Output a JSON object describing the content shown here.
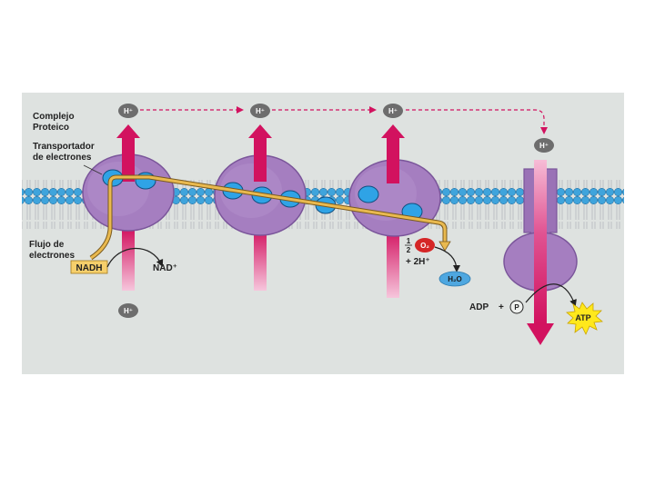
{
  "labels": {
    "complejo_line1": "Complejo",
    "complejo_line2": "Proteico",
    "transportador_line1": "Transportador",
    "transportador_line2": "de electrones",
    "flujo_line1": "Flujo de",
    "flujo_line2": "electrones",
    "nadh": "NADH",
    "nad_plus": "NAD⁺",
    "h_plus": "H⁺",
    "half_num": "1",
    "half_den": "2",
    "o2": "O₂",
    "plus_2h": "+ 2H⁺",
    "h2o": "H₂O",
    "adp": "ADP",
    "plus_sign": "+",
    "p": "P",
    "atp": "ATP"
  },
  "colors": {
    "background": "#dee2e0",
    "membrane_head": "#3fa4dc",
    "membrane_tail": "#ffffff",
    "protein": "#a57ec0",
    "protein_dark": "#8661a4",
    "carrier": "#2fa3e6",
    "proton_arrow": "#d2125f",
    "electron_path": "#e9b94f",
    "ion_circle": "#6d6d6d",
    "oxygen": "#d52626",
    "water": "#4ea7e0",
    "atp_star": "#ffe81c",
    "nadh_box": "#f6cf6b"
  }
}
